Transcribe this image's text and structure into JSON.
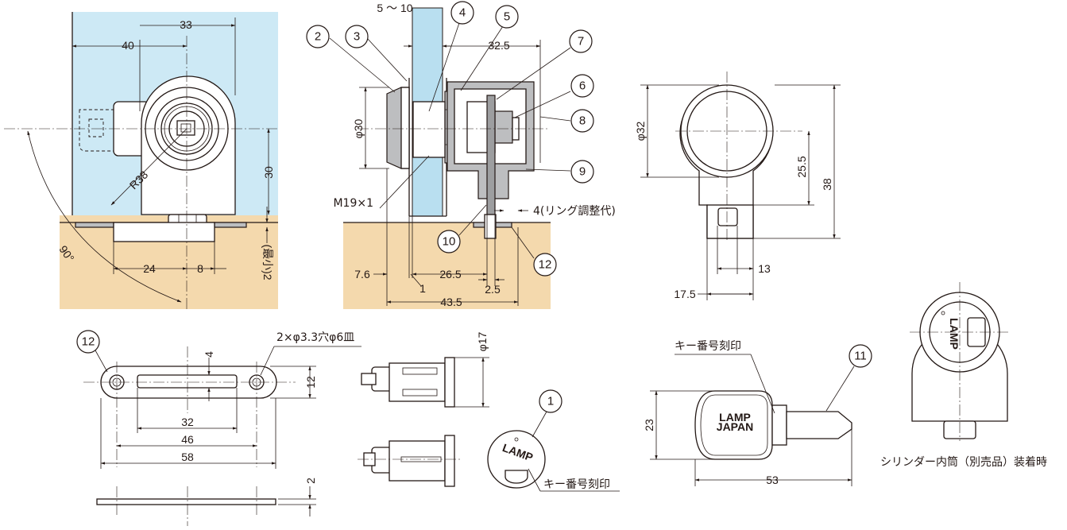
{
  "front_view": {
    "dims": {
      "w33": "33",
      "w40": "40",
      "h30": "30",
      "r38": "R38",
      "w24": "24",
      "w8": "8",
      "min2": "(最小)2",
      "angle90": "90°"
    }
  },
  "section_view": {
    "dims": {
      "gap5_10": "5 ～ 10",
      "d32_5": "32.5",
      "phi30": "φ30",
      "thread": "M19×1",
      "ring_adj": "4(リング調整代)",
      "d7_6": "7.6",
      "d26_5": "26.5",
      "d1": "1",
      "d2_5": "2.5",
      "d43_5": "43.5"
    },
    "callouts": [
      "2",
      "3",
      "4",
      "5",
      "7",
      "6",
      "8",
      "9",
      "10",
      "12"
    ]
  },
  "side_view": {
    "dims": {
      "phi32": "φ32",
      "d25_5": "25.5",
      "d38": "38",
      "d13": "13",
      "d17_5": "17.5"
    }
  },
  "strike_plate": {
    "callout": "12",
    "dims": {
      "holes": "2×φ3.3穴φ6皿",
      "d4": "4",
      "d12": "12",
      "d32": "32",
      "d46": "46",
      "d58": "58",
      "d2": "2"
    }
  },
  "cylinder": {
    "dims": {
      "phi17": "φ17"
    },
    "callout": "1",
    "key_stamp_label": "キー番号刻印",
    "brand_text": "LAMP"
  },
  "key": {
    "callout": "11",
    "key_stamp_label": "キー番号刻印",
    "brand_line1": "LAMP",
    "brand_line2": "JAPAN",
    "dims": {
      "d23": "23",
      "d53": "53"
    }
  },
  "mounted_view": {
    "caption": "シリンダー内筒（別売品）装着時",
    "brand_text": "LAMP"
  }
}
